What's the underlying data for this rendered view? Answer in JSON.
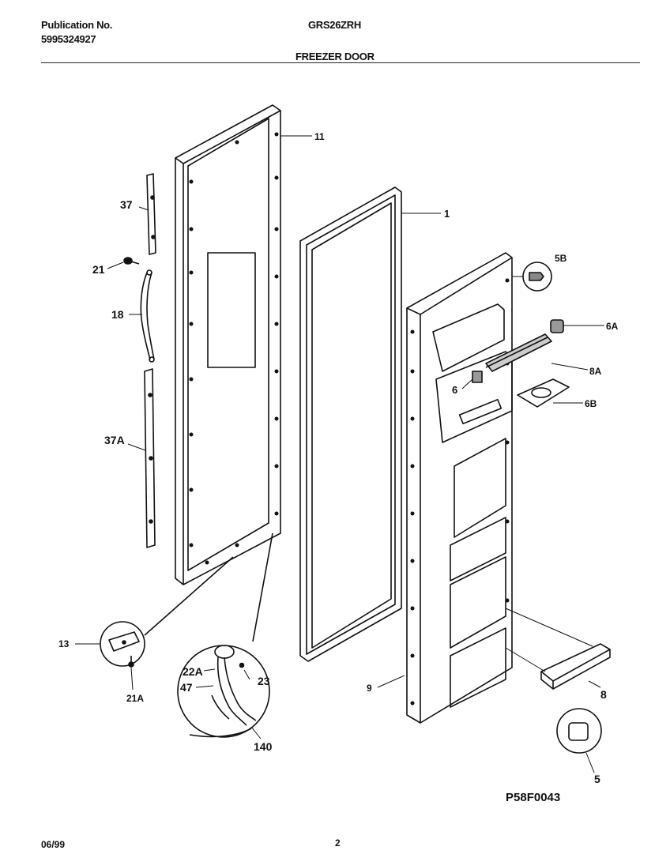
{
  "header": {
    "publication_label": "Publication No.",
    "publication_number": "5995324927",
    "model": "GRS26ZRH",
    "section_title": "FREEZER DOOR"
  },
  "callouts": {
    "c11": "11",
    "c37": "37",
    "c21": "21",
    "c18": "18",
    "c37a": "37A",
    "c1": "1",
    "c5b": "5B",
    "c6a": "6A",
    "c8a": "8A",
    "c6": "6",
    "c6b": "6B",
    "c13": "13",
    "c21a": "21A",
    "c22a": "22A",
    "c23": "23",
    "c47": "47",
    "c140": "140",
    "c9": "9",
    "c8": "8",
    "c5": "5"
  },
  "figure_code": "P58F0043",
  "footer": {
    "date": "06/99",
    "page": "2"
  }
}
